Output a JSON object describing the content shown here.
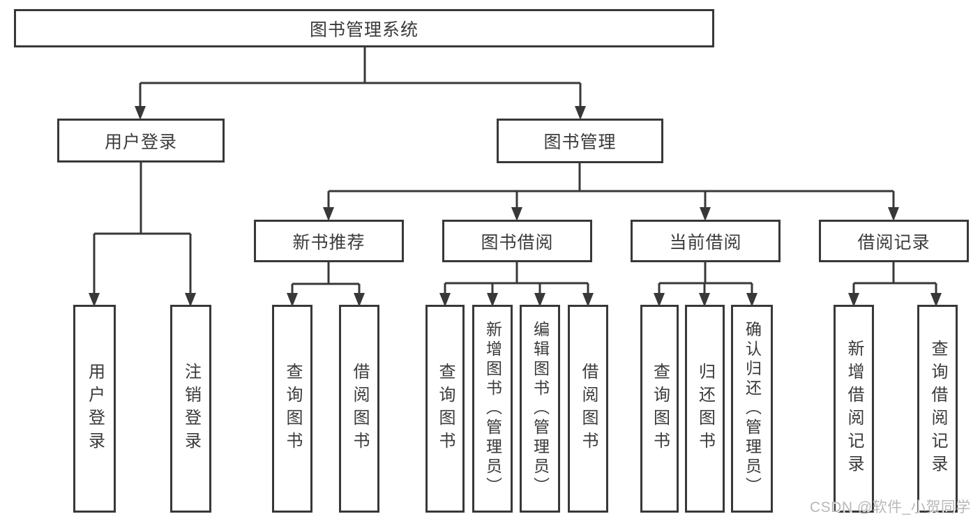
{
  "tree": {
    "root": {
      "label": "图书管理系统"
    },
    "branches": [
      {
        "label": "用户登录",
        "children": [
          {
            "label": "用户登录"
          },
          {
            "label": "注销登录"
          }
        ]
      },
      {
        "label": "图书管理",
        "children": [
          {
            "label": "新书推荐",
            "children": [
              {
                "label": "查询图书"
              },
              {
                "label": "借阅图书"
              }
            ]
          },
          {
            "label": "图书借阅",
            "children": [
              {
                "label": "查询图书"
              },
              {
                "label": "新增图书（管理员）"
              },
              {
                "label": "编辑图书（管理员）"
              },
              {
                "label": "借阅图书"
              }
            ]
          },
          {
            "label": "当前借阅",
            "children": [
              {
                "label": "查询图书"
              },
              {
                "label": "归还图书"
              },
              {
                "label": "确认归还（管理员）"
              }
            ]
          },
          {
            "label": "借阅记录",
            "children": [
              {
                "label": "新增借阅记录"
              },
              {
                "label": "查询借阅记录"
              }
            ]
          }
        ]
      }
    ]
  },
  "watermark": {
    "text": "CSDN @软件_小贺同学"
  },
  "colors": {
    "line": "#383838",
    "text": "#3a3a3a",
    "watermark": "#b8b8b8"
  }
}
